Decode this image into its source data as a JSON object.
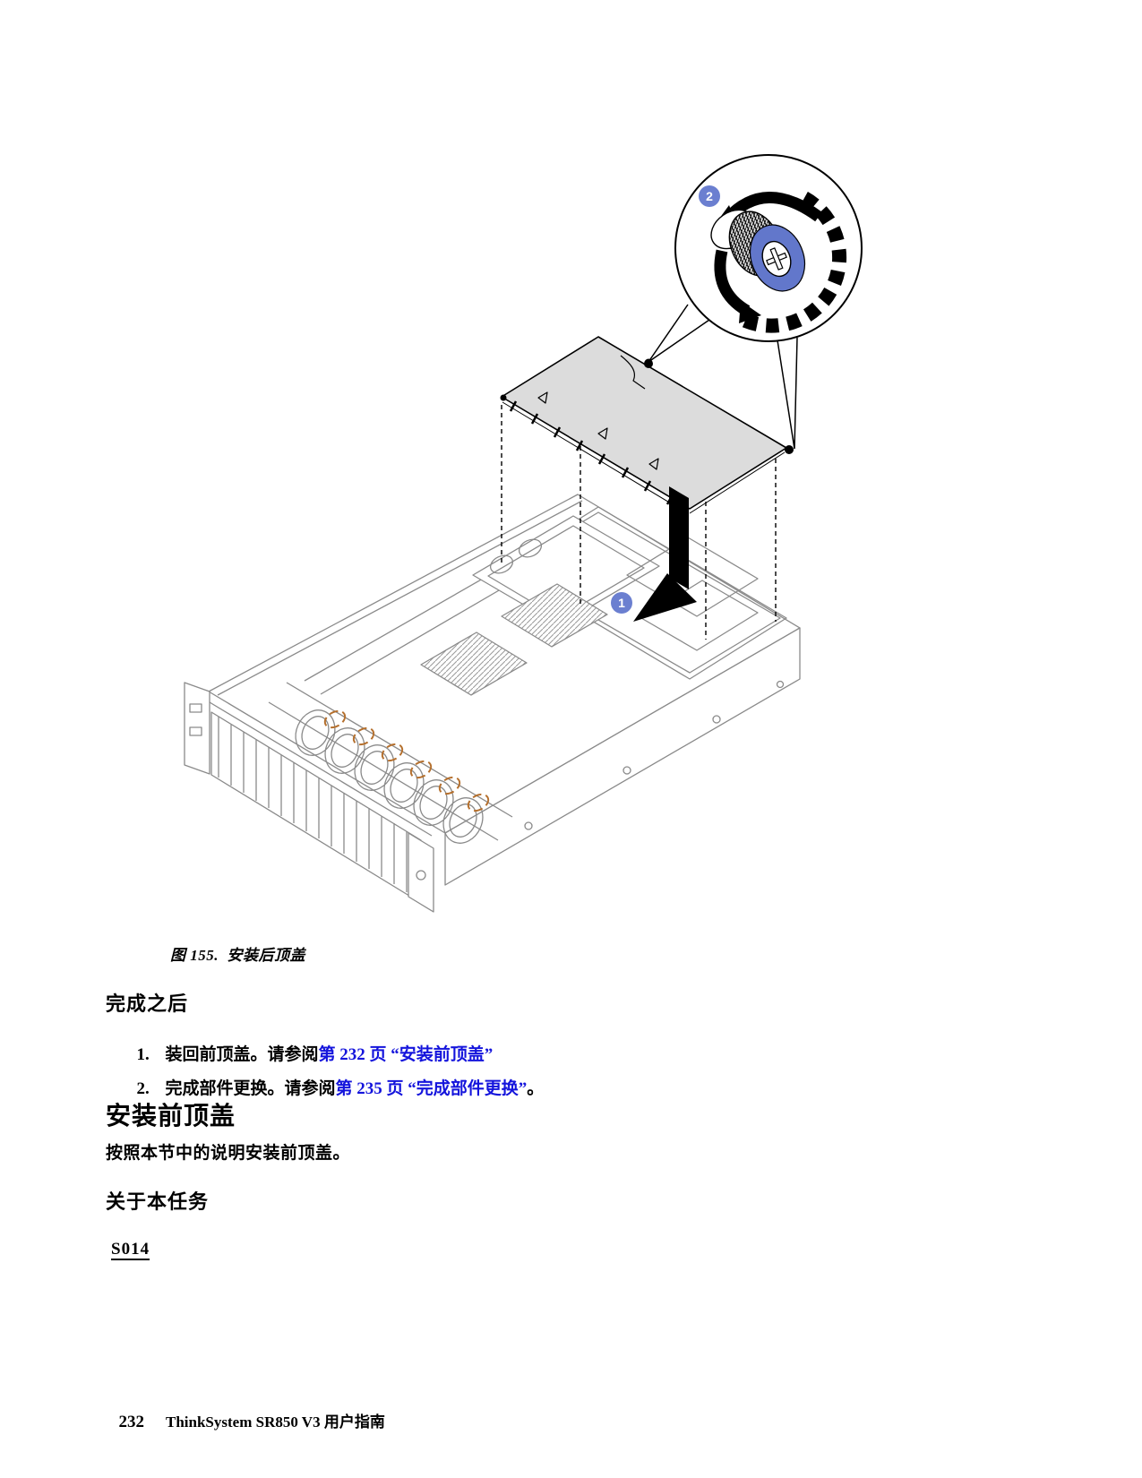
{
  "figure": {
    "caption": "图 155.  安装后顶盖",
    "callout_1": "1",
    "callout_2": "2",
    "colors": {
      "callout_blue": "#6B7FD0",
      "screw_face_blue": "#6277CB",
      "cover_gray": "#DCDCDC",
      "line_gray": "#8A8A8A",
      "fan_latch_orange": "#B5702E",
      "link_blue": "#1414DC"
    }
  },
  "sections": {
    "after_finish": {
      "heading": "完成之后",
      "items": [
        {
          "number": "1.",
          "text_before": "装回前顶盖。请参阅",
          "link": "第 232 页 “安装前顶盖”",
          "text_after": ""
        },
        {
          "number": "2.",
          "text_before": "完成部件更换。请参阅",
          "link": "第 235 页 “完成部件更换”",
          "text_after": "。"
        }
      ]
    },
    "install_front_cover": {
      "heading": "安装前顶盖",
      "body": "按照本节中的说明安装前顶盖。"
    },
    "about_task": {
      "heading": "关于本任务",
      "safety_label": "S014"
    }
  },
  "footer": {
    "page_number": "232",
    "doc_title": "ThinkSystem SR850 V3 用户指南"
  }
}
